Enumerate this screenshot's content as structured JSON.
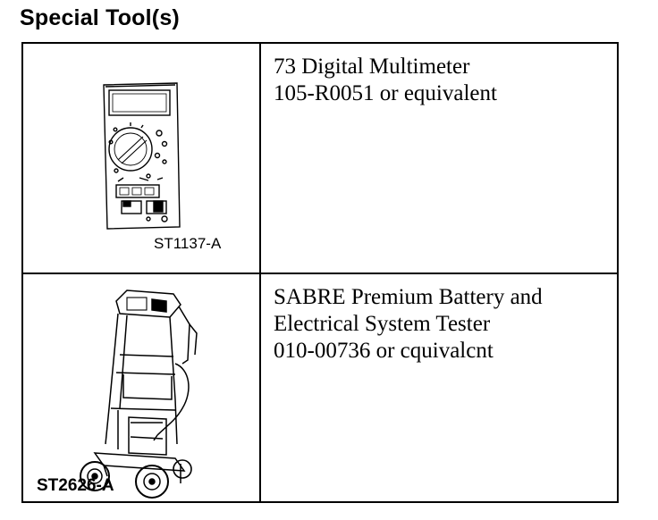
{
  "page": {
    "heading": "Special Tool(s)"
  },
  "tools": [
    {
      "illustration": "digital-multimeter",
      "code": "ST1137-A",
      "lines": [
        "73 Digital Multimeter",
        "105-R0051 or equivalent"
      ]
    },
    {
      "illustration": "battery-tester-cart",
      "code": "ST2626-A",
      "lines": [
        "SABRE Premium Battery and",
        "Electrical System Tester",
        "010-00736 or cquivalcnt"
      ]
    }
  ]
}
